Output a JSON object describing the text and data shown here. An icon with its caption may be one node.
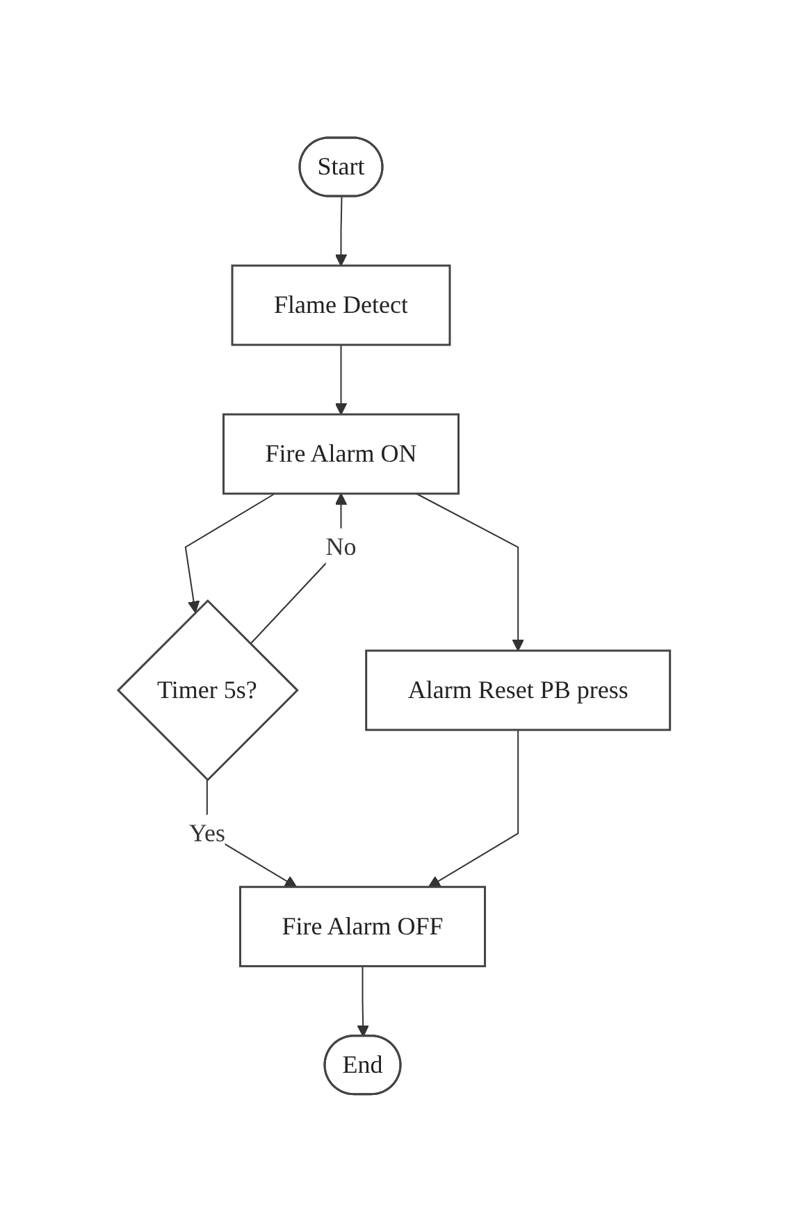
{
  "diagram": {
    "nodes": [
      {
        "text": [
          "Start"
        ]
      },
      {
        "text": [
          "Flame Detect"
        ]
      },
      {
        "text": [
          "Fire Alarm ON"
        ]
      },
      {
        "text": [
          "Timer 5s?"
        ]
      },
      {
        "text": [
          "Alarm Reset PB press"
        ]
      },
      {
        "text": [
          "Fire Alarm OFF"
        ]
      },
      {
        "text": [
          "End"
        ]
      }
    ],
    "edges": [
      {
        "from": 0,
        "to": 1,
        "arrow": "to"
      },
      {
        "from": 1,
        "to": 2,
        "arrow": "to"
      },
      {
        "from": 2,
        "to": 3,
        "arrow": "to"
      },
      {
        "from": 2,
        "to": 4,
        "arrow": "to"
      },
      {
        "from": 3,
        "to": 2,
        "arrow": "to",
        "label": "No"
      },
      {
        "from": 3,
        "to": 5,
        "arrow": "to",
        "label": "Yes"
      },
      {
        "from": 4,
        "to": 5,
        "arrow": "to"
      },
      {
        "from": 5,
        "to": 6,
        "arrow": "to"
      }
    ]
  }
}
